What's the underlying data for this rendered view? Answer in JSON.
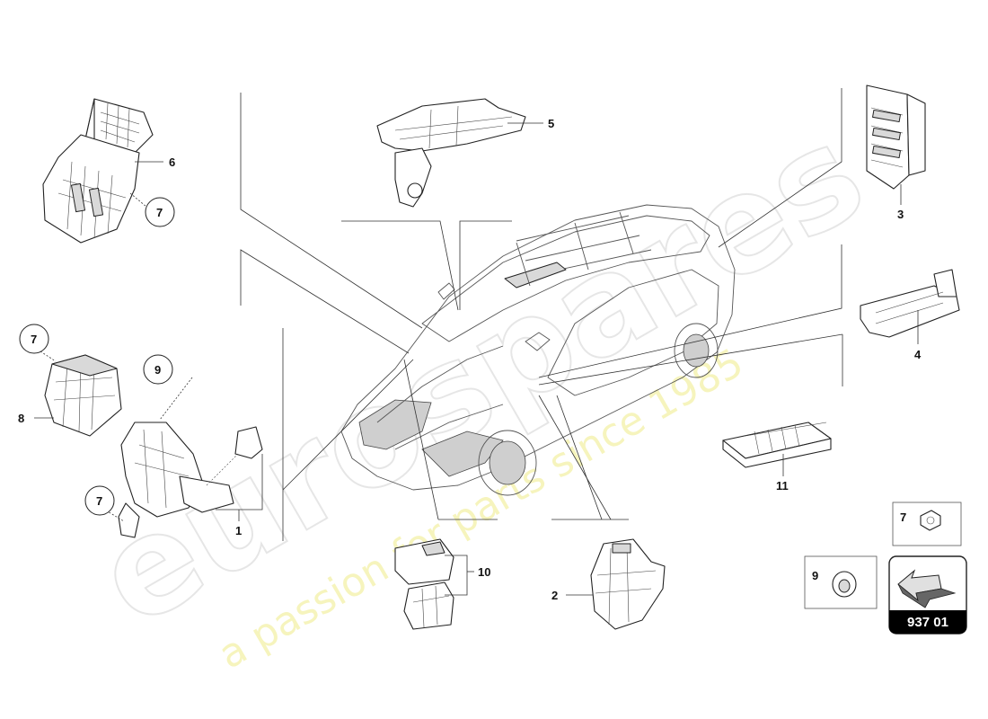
{
  "labels": {
    "p1": "1",
    "p2": "2",
    "p3": "3",
    "p4": "4",
    "p5": "5",
    "p6": "6",
    "p7a": "7",
    "p7b": "7",
    "p7c": "7",
    "p8": "8",
    "p9": "9",
    "p10": "10",
    "p11": "11"
  },
  "legend": {
    "item7": "7",
    "item9": "9",
    "catalog_number": "937 01"
  },
  "watermark": {
    "brand": "eurospares",
    "tagline": "a passion for parts since 1985"
  }
}
